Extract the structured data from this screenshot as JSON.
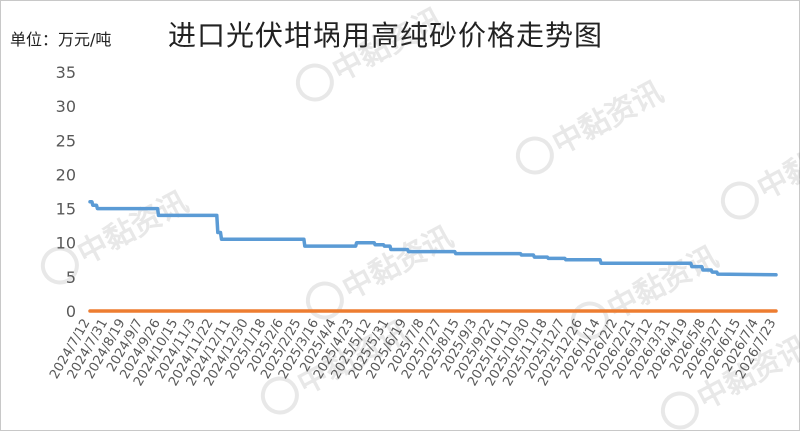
{
  "unit_label": "单位：万元/吨",
  "watermark": "中黏资讯",
  "chart_data": {
    "type": "line",
    "title": "进口光伏坩埚用高纯砂价格走势图",
    "ylabel": "",
    "xlabel": "",
    "ylim": [
      0,
      35
    ],
    "yticks": [
      0,
      5,
      10,
      15,
      20,
      25,
      30,
      35
    ],
    "grid": false,
    "legend": "none",
    "xticks": [
      "2024/7/12",
      "2024/7/31",
      "2024/8/19",
      "2024/9/7",
      "2024/9/26",
      "2024/10/15",
      "2024/11/3",
      "2024/11/22",
      "2024/12/11",
      "2024/12/30",
      "2025/1/18",
      "2025/2/6",
      "2025/2/25",
      "2025/3/16",
      "2025/4/4",
      "2025/4/23",
      "2025/5/12",
      "2025/5/31",
      "2025/6/19",
      "2025/7/8",
      "2025/7/27",
      "2025/8/15",
      "2025/9/3",
      "2025/9/22",
      "2025/10/11",
      "2025/10/30",
      "2025/11/18",
      "2025/12/7",
      "2025/12/26",
      "2026/1/14",
      "2026/2/2",
      "2026/2/21",
      "2026/3/12",
      "2026/3/31",
      "2026/4/19",
      "2026/5/8",
      "2026/5/27",
      "2026/6/15",
      "2026/7/4",
      "2026/7/23"
    ],
    "xrange": [
      "2024/7/12",
      "2026/7/23"
    ],
    "series": [
      {
        "color": "#5b9bd5",
        "points": [
          [
            "2024/7/12",
            16
          ],
          [
            "2024/7/14",
            16
          ],
          [
            "2024/7/15",
            15.5
          ],
          [
            "2024/7/19",
            15.5
          ],
          [
            "2024/7/20",
            15
          ],
          [
            "2024/9/23",
            15
          ],
          [
            "2024/9/24",
            14
          ],
          [
            "2024/11/26",
            14
          ],
          [
            "2024/11/27",
            11.5
          ],
          [
            "2024/11/30",
            11.5
          ],
          [
            "2024/12/1",
            10.5
          ],
          [
            "2025/2/28",
            10.5
          ],
          [
            "2025/3/1",
            9.5
          ],
          [
            "2025/4/25",
            9.5
          ],
          [
            "2025/4/26",
            10
          ],
          [
            "2025/5/15",
            10
          ],
          [
            "2025/5/16",
            9.7
          ],
          [
            "2025/5/25",
            9.7
          ],
          [
            "2025/5/26",
            9.5
          ],
          [
            "2025/6/1",
            9.5
          ],
          [
            "2025/6/2",
            9
          ],
          [
            "2025/6/20",
            9
          ],
          [
            "2025/6/21",
            8.7
          ],
          [
            "2025/8/10",
            8.7
          ],
          [
            "2025/8/11",
            8.4
          ],
          [
            "2025/10/20",
            8.4
          ],
          [
            "2025/10/21",
            8.2
          ],
          [
            "2025/11/3",
            8.2
          ],
          [
            "2025/11/4",
            7.9
          ],
          [
            "2025/11/18",
            7.9
          ],
          [
            "2025/11/19",
            7.7
          ],
          [
            "2025/12/7",
            7.7
          ],
          [
            "2025/12/8",
            7.5
          ],
          [
            "2026/1/14",
            7.5
          ],
          [
            "2026/1/15",
            7
          ],
          [
            "2026/4/22",
            7
          ],
          [
            "2026/4/23",
            6.5
          ],
          [
            "2026/5/4",
            6.5
          ],
          [
            "2026/5/5",
            6
          ],
          [
            "2026/5/14",
            6
          ],
          [
            "2026/5/15",
            5.7
          ],
          [
            "2026/5/20",
            5.7
          ],
          [
            "2026/5/21",
            5.4
          ],
          [
            "2026/7/23",
            5.3
          ]
        ]
      },
      {
        "color": "#ed7d31",
        "points": [
          [
            "2024/7/12",
            0
          ],
          [
            "2026/7/23",
            0
          ]
        ]
      }
    ]
  }
}
